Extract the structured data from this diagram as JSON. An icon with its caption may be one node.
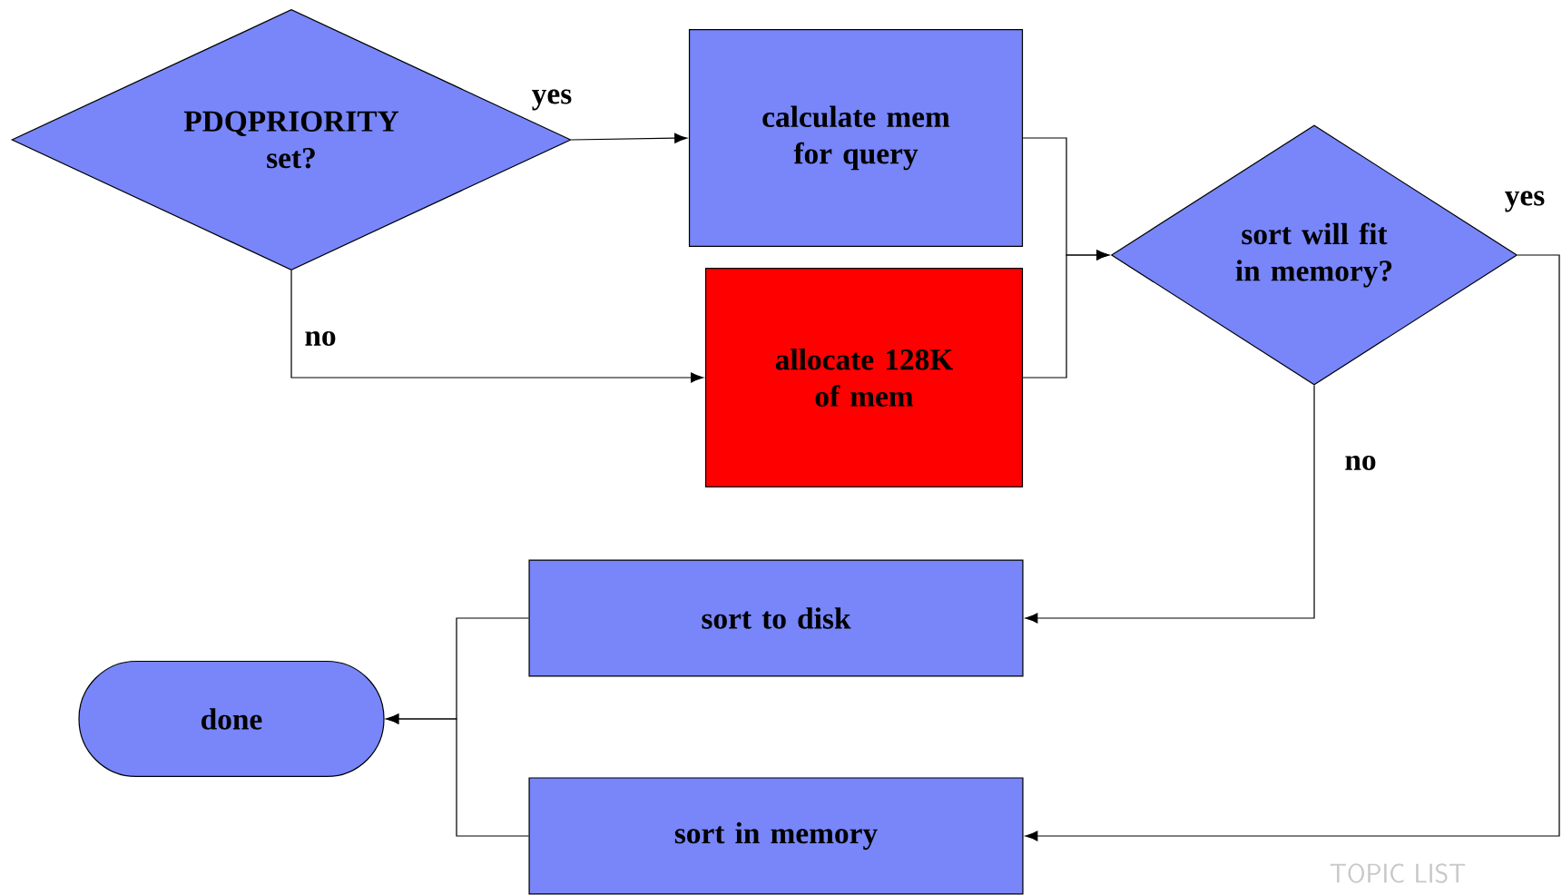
{
  "diagram": {
    "nodes": [
      {
        "text": [
          "PDQPRIORITY set?"
        ]
      },
      {
        "text": [
          "calculate mem for query"
        ]
      },
      {
        "text": [
          "allocate 128K of mem"
        ]
      },
      {
        "text": [
          "sort will fit in memory?"
        ]
      },
      {
        "text": [
          "done"
        ]
      },
      {
        "text": [
          "sort to disk"
        ]
      },
      {
        "text": [
          "sort in memory"
        ]
      }
    ],
    "edges": [
      {
        "from": 0,
        "to": 1,
        "arrow": "to",
        "label": "yes"
      },
      {
        "from": 0,
        "to": 2,
        "arrow": "to",
        "label": "no"
      },
      {
        "from": 1,
        "to": 3,
        "arrow": "to"
      },
      {
        "from": 2,
        "to": 3,
        "arrow": "to"
      },
      {
        "from": 3,
        "to": 5,
        "arrow": "to",
        "label": "no"
      },
      {
        "from": 3,
        "to": 6,
        "arrow": "to",
        "label": "yes"
      },
      {
        "from": 5,
        "to": 4,
        "arrow": "to"
      },
      {
        "from": 6,
        "to": 4,
        "arrow": "to"
      }
    ],
    "labels": [
      "TOPIC LIST"
    ]
  }
}
